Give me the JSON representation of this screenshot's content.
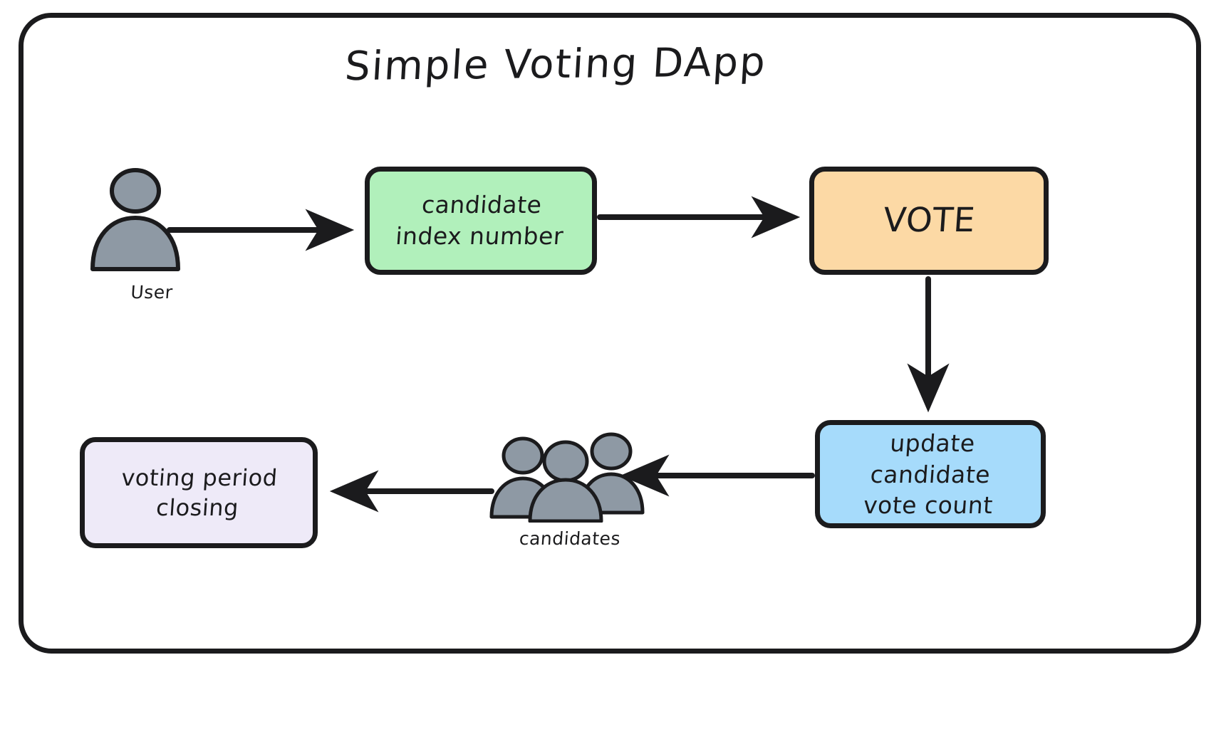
{
  "diagram": {
    "title": "Simple Voting DApp",
    "type": "flowchart",
    "style": "hand-drawn",
    "frame_border_color": "#1b1b1d",
    "background": "#ffffff",
    "nodes": [
      {
        "id": "user",
        "kind": "actor-icon",
        "icon": "single-person-icon",
        "caption": "User",
        "fill": "#8e99a4"
      },
      {
        "id": "candidate-index",
        "kind": "box",
        "label": "candidate\nindex number",
        "line1": "candidate",
        "line2": "index number",
        "fill": "#b1f0bb"
      },
      {
        "id": "vote",
        "kind": "box",
        "label": "VOTE",
        "fill": "#fcd9a5"
      },
      {
        "id": "update-count",
        "kind": "box",
        "label": "update candidate\nvote count",
        "line1": "update candidate",
        "line2": "vote count",
        "fill": "#a6dbfb"
      },
      {
        "id": "candidates",
        "kind": "actor-icon",
        "icon": "group-of-people-icon",
        "caption": "candidates",
        "fill": "#8e99a4"
      },
      {
        "id": "voting-closing",
        "kind": "box",
        "label": "voting period\nclosing",
        "line1": "voting period",
        "line2": "closing",
        "fill": "#eeeaf8"
      }
    ],
    "edges": [
      {
        "id": "user-to-candidate-index",
        "from": "user",
        "to": "candidate-index",
        "direction": "right",
        "label": ""
      },
      {
        "id": "candidate-index-to-vote",
        "from": "candidate-index",
        "to": "vote",
        "direction": "right",
        "label": ""
      },
      {
        "id": "vote-to-update-count",
        "from": "vote",
        "to": "update-count",
        "direction": "down",
        "label": ""
      },
      {
        "id": "update-count-to-candidates",
        "from": "update-count",
        "to": "candidates",
        "direction": "left",
        "label": ""
      },
      {
        "id": "candidates-to-voting-closing",
        "from": "candidates",
        "to": "voting-closing",
        "direction": "left",
        "label": ""
      }
    ]
  }
}
